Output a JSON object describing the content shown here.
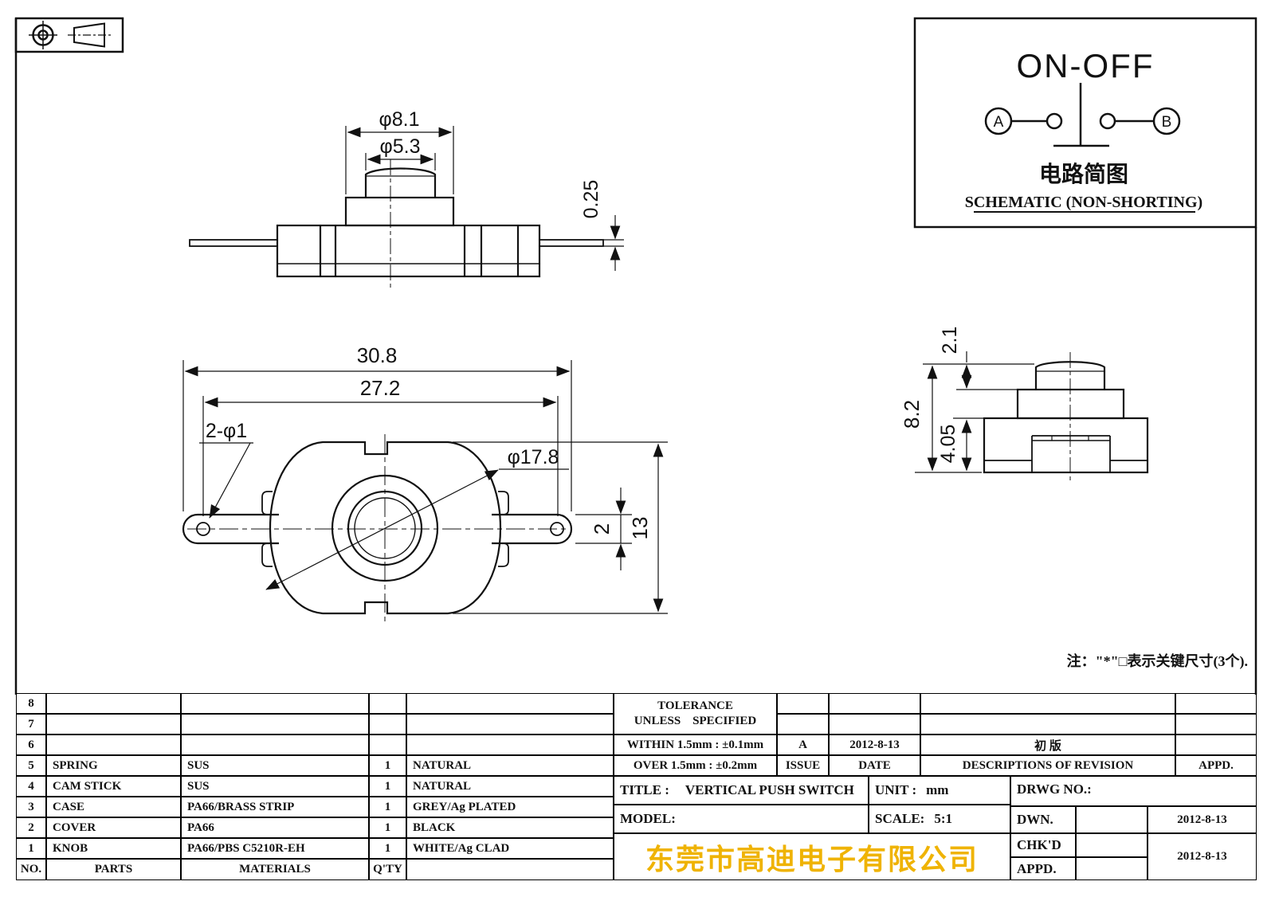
{
  "schematic": {
    "title": "ON-OFF",
    "terminal_a": "A",
    "terminal_b": "B",
    "caption_cn": "电路简图",
    "caption_en": "SCHEMATIC (NON-SHORTING)"
  },
  "note": "注：\"*\"□表示关键尺寸(3个).",
  "dims": {
    "front": {
      "pedestal": "φ8.1",
      "knob": "φ5.3",
      "terminal_thickness": "0.25"
    },
    "top": {
      "overall_width": "30.8",
      "hole_span": "27.2",
      "holes": "2-φ1",
      "ring": "φ17.8",
      "terminal_width": "2",
      "body_depth": "13"
    },
    "side": {
      "knob_height": "2.1",
      "overall_height": "8.2",
      "body_height": "4.05"
    }
  },
  "bom": {
    "headers": {
      "no": "NO.",
      "parts": "PARTS",
      "materials": "MATERIALS",
      "qty": "Q'TY",
      "color": ""
    },
    "rows": [
      {
        "no": "8",
        "part": "",
        "material": "",
        "qty": "",
        "color": ""
      },
      {
        "no": "7",
        "part": "",
        "material": "",
        "qty": "",
        "color": ""
      },
      {
        "no": "6",
        "part": "",
        "material": "",
        "qty": "",
        "color": ""
      },
      {
        "no": "5",
        "part": "SPRING",
        "material": "SUS",
        "qty": "1",
        "color": "NATURAL"
      },
      {
        "no": "4",
        "part": "CAM STICK",
        "material": "SUS",
        "qty": "1",
        "color": "NATURAL"
      },
      {
        "no": "3",
        "part": "CASE",
        "material": "PA66/BRASS STRIP",
        "qty": "1",
        "color": "GREY/Ag PLATED"
      },
      {
        "no": "2",
        "part": "COVER",
        "material": "PA66",
        "qty": "1",
        "color": "BLACK"
      },
      {
        "no": "1",
        "part": "KNOB",
        "material": "PA66/PBS C5210R-EH",
        "qty": "1",
        "color": "WHITE/Ag CLAD"
      }
    ]
  },
  "tolerance": {
    "line1": "TOLERANCE",
    "line2": "UNLESS　SPECIFIED",
    "within": "WITHIN 1.5mm : ±0.1mm",
    "over": "OVER 1.5mm : ±0.2mm"
  },
  "revision": {
    "issue_label": "ISSUE",
    "date_label": "DATE",
    "desc_label": "DESCRIPTIONS OF REVISION",
    "appd_label": "APPD.",
    "entry": {
      "issue": "A",
      "date": "2012-8-13",
      "description": "初 版",
      "appd": ""
    }
  },
  "titleblock": {
    "title_label": "TITLE :",
    "title": "VERTICAL PUSH SWITCH",
    "unit_label": "UNIT :",
    "unit": "mm",
    "drwg_label": "DRWG NO.:",
    "model_label": "MODEL:",
    "scale_label": "SCALE:",
    "scale": "5:1",
    "company": "东莞市高迪电子有限公司",
    "company_color": "#efb303",
    "dwn_label": "DWN.",
    "chkd_label": "CHK'D",
    "appd_label": "APPD.",
    "dwn_date": "2012-8-13",
    "chkd_date": "2012-8-13"
  }
}
